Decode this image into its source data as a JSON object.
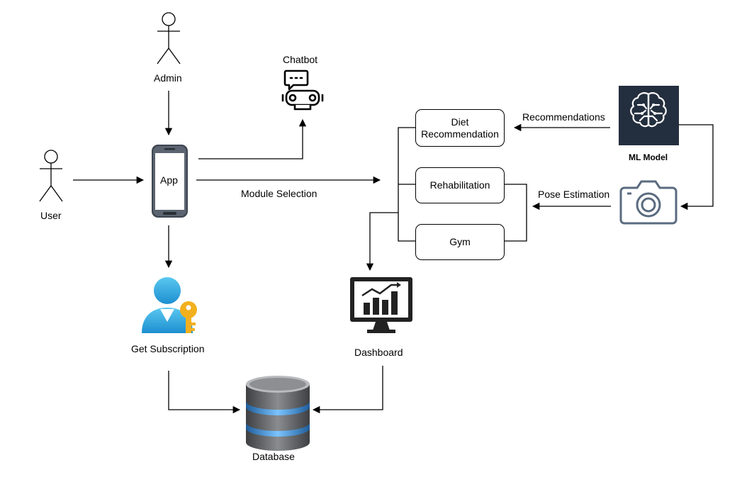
{
  "nodes": {
    "admin": "Admin",
    "user": "User",
    "app": "App",
    "chatbot": "Chatbot",
    "module_selection": "Module Selection",
    "diet_line1": "Diet",
    "diet_line2": "Recommendation",
    "rehabilitation": "Rehabilitation",
    "gym": "Gym",
    "recommendations": "Recommendations",
    "pose_estimation": "Pose Estimation",
    "ml_model": "ML Model",
    "get_subscription": "Get Subscription",
    "dashboard": "Dashboard",
    "database": "Database"
  },
  "icons": {
    "admin": "stick-figure-icon",
    "user": "stick-figure-icon",
    "app": "smartphone-icon",
    "chatbot": "robot-chat-icon",
    "ml_model": "brain-chip-icon",
    "camera": "camera-icon",
    "subscription": "user-key-icon",
    "dashboard": "monitor-chart-icon",
    "database": "database-cylinder-icon"
  },
  "colors": {
    "ml_model_bg": "#232f3e",
    "camera_stroke": "#5a6b7f",
    "subscription_user": "#3fb1e4",
    "subscription_key": "#f2b01e",
    "database_body": "#6d6f72",
    "database_band": "#4a9ee6"
  }
}
